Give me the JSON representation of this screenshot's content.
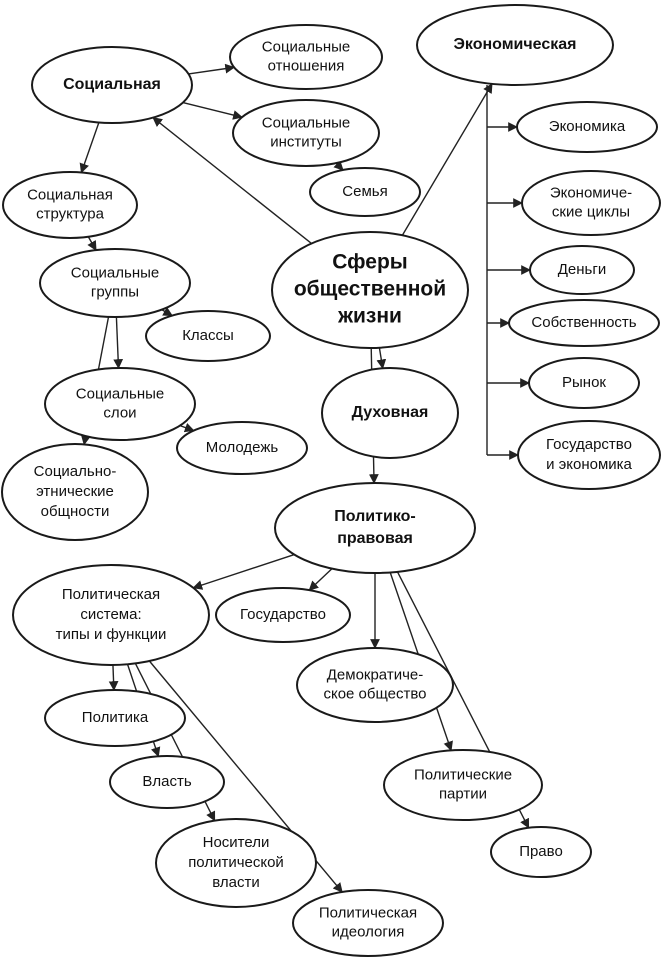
{
  "center": {
    "lines": [
      "Сферы",
      "общественной",
      "жизни"
    ]
  },
  "spheres": {
    "social": {
      "lines": [
        "Социальная"
      ]
    },
    "economic": {
      "lines": [
        "Экономическая"
      ]
    },
    "spiritual": {
      "lines": [
        "Духовная"
      ]
    },
    "political": {
      "lines": [
        "Политико-",
        "правовая"
      ]
    }
  },
  "social": {
    "relations": {
      "lines": [
        "Социальные",
        "отношения"
      ]
    },
    "institutions": {
      "lines": [
        "Социальные",
        "институты"
      ]
    },
    "family": {
      "lines": [
        "Семья"
      ]
    },
    "structure": {
      "lines": [
        "Социальная",
        "структура"
      ]
    },
    "groups": {
      "lines": [
        "Социальные",
        "группы"
      ]
    },
    "classes": {
      "lines": [
        "Классы"
      ]
    },
    "layers": {
      "lines": [
        "Социальные",
        "слои"
      ]
    },
    "youth": {
      "lines": [
        "Молодежь"
      ]
    },
    "ethnic": {
      "lines": [
        "Социально-",
        "этнические",
        "общности"
      ]
    }
  },
  "economic": {
    "economy": {
      "lines": [
        "Экономика"
      ]
    },
    "cycles": {
      "lines": [
        "Экономиче-",
        "ские циклы"
      ]
    },
    "money": {
      "lines": [
        "Деньги"
      ]
    },
    "property": {
      "lines": [
        "Собственность"
      ]
    },
    "market": {
      "lines": [
        "Рынок"
      ]
    },
    "state_economy": {
      "lines": [
        "Государство",
        "и экономика"
      ]
    }
  },
  "political": {
    "system": {
      "lines": [
        "Политическая",
        "система:",
        "типы и функции"
      ]
    },
    "state": {
      "lines": [
        "Государство"
      ]
    },
    "democratic": {
      "lines": [
        "Демократиче-",
        "ское общество"
      ]
    },
    "parties": {
      "lines": [
        "Политические",
        "партии"
      ]
    },
    "law": {
      "lines": [
        "Право"
      ]
    },
    "politics": {
      "lines": [
        "Политика"
      ]
    },
    "power": {
      "lines": [
        "Власть"
      ]
    },
    "carriers": {
      "lines": [
        "Носители",
        "политической",
        "власти"
      ]
    },
    "ideology": {
      "lines": [
        "Политическая",
        "идеология"
      ]
    }
  }
}
